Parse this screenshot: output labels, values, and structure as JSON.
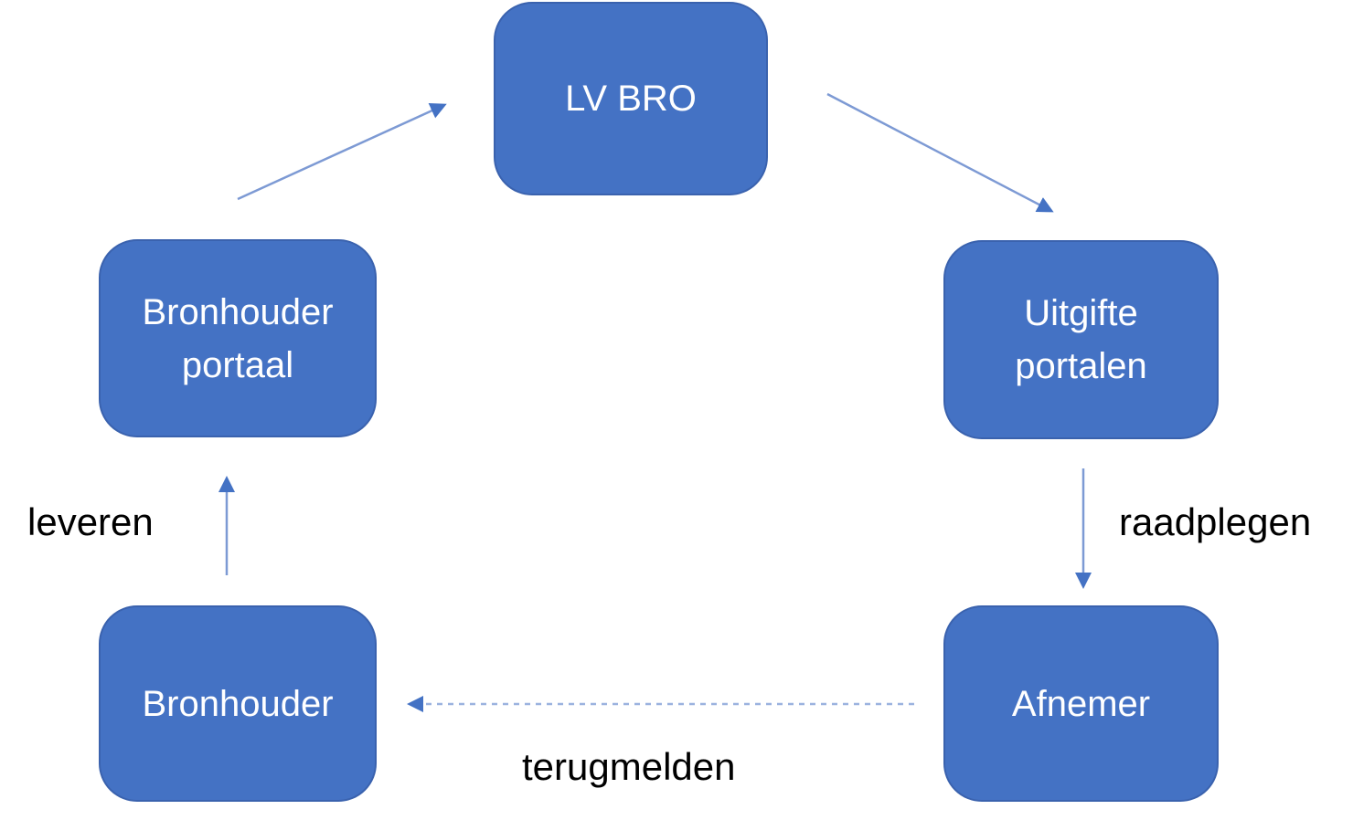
{
  "diagram": {
    "background_color": "#ffffff",
    "node_fill_color": "#4472C4",
    "node_border_color": "#3A62AE",
    "node_text_color": "#ffffff",
    "arrow_shaft_color": "#7D9AD4",
    "arrow_head_color": "#4472C4",
    "dashed_arrow_color": "#9BB2DF",
    "edge_label_color": "#000000",
    "nodes": [
      {
        "id": "lv-bro",
        "label": "LV BRO"
      },
      {
        "id": "bronhouderportaal",
        "label": "Bronhouder portaal"
      },
      {
        "id": "uitgifte-portalen",
        "label": "Uitgifte portalen"
      },
      {
        "id": "bronhouder",
        "label": "Bronhouder"
      },
      {
        "id": "afnemer",
        "label": "Afnemer"
      }
    ],
    "edges": [
      {
        "from": "bronhouderportaal",
        "to": "lv-bro",
        "label": "",
        "style": "solid"
      },
      {
        "from": "lv-bro",
        "to": "uitgifte-portalen",
        "label": "",
        "style": "solid"
      },
      {
        "from": "uitgifte-portalen",
        "to": "afnemer",
        "label": "raadplegen",
        "style": "solid"
      },
      {
        "from": "afnemer",
        "to": "bronhouder",
        "label": "terugmelden",
        "style": "dashed"
      },
      {
        "from": "bronhouder",
        "to": "bronhouderportaal",
        "label": "leveren",
        "style": "solid"
      }
    ]
  }
}
